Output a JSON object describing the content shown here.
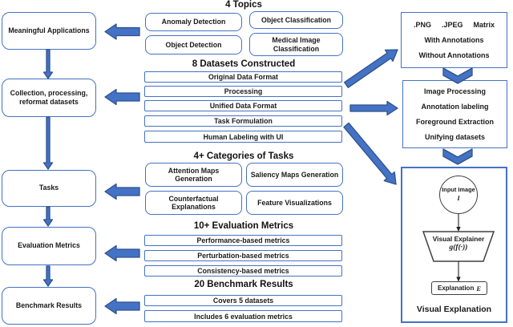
{
  "colors": {
    "accent_blue": "#4472C4",
    "arrow_border": "#2F528F",
    "text": "#1a1a1a"
  },
  "left_flow": {
    "items": [
      {
        "label": "Meaningful Applications"
      },
      {
        "label": "Collection, processing, reformat datasets"
      },
      {
        "label": "Tasks"
      },
      {
        "label": "Evaluation Metrics"
      },
      {
        "label": "Benchmark Results"
      }
    ]
  },
  "sections": {
    "topics": {
      "header": "4 Topics",
      "boxes": [
        "Anomaly Detection",
        "Object Classification",
        "Object Detection",
        "Medical Image Classification"
      ]
    },
    "datasets": {
      "header": "8 Datasets Constructed",
      "rows": [
        "Original Data Format",
        "Processing",
        "Unified Data Format",
        "Task Formulation",
        "Human Labeling with UI"
      ]
    },
    "tasks": {
      "header": "4+ Categories of Tasks",
      "boxes": [
        "Attention Maps Generation",
        "Saliency Maps Generation",
        "Counterfactual Explanations",
        "Feature Visualizations"
      ]
    },
    "metrics": {
      "header": "10+ Evaluation Metrics",
      "rows": [
        "Performance-based metrics",
        "Perturbation-based metrics",
        "Consistency-based metrics"
      ]
    },
    "benchmarks": {
      "header": "20 Benchmark Results",
      "rows": [
        "Covers 5 datasets",
        "Includes 6 evaluation metrics"
      ]
    }
  },
  "right": {
    "formats_box": {
      "items": [
        ".PNG",
        ".JPEG",
        "Matrix"
      ],
      "line2": "With Annotations",
      "line3": "Without Annotations"
    },
    "processing_box": {
      "lines": [
        "Image Processing",
        "Annotation labeling",
        "Foreground Extraction",
        "Unifying datasets"
      ]
    },
    "pipeline": {
      "input_circle": {
        "line1": "Input Image",
        "line2": "I"
      },
      "explainer": {
        "line1": "Visual Explainer",
        "line2": "g(f(·))"
      },
      "output_box": {
        "label": "Explanation",
        "symbol": "E"
      },
      "caption": "Visual Explanation"
    }
  }
}
